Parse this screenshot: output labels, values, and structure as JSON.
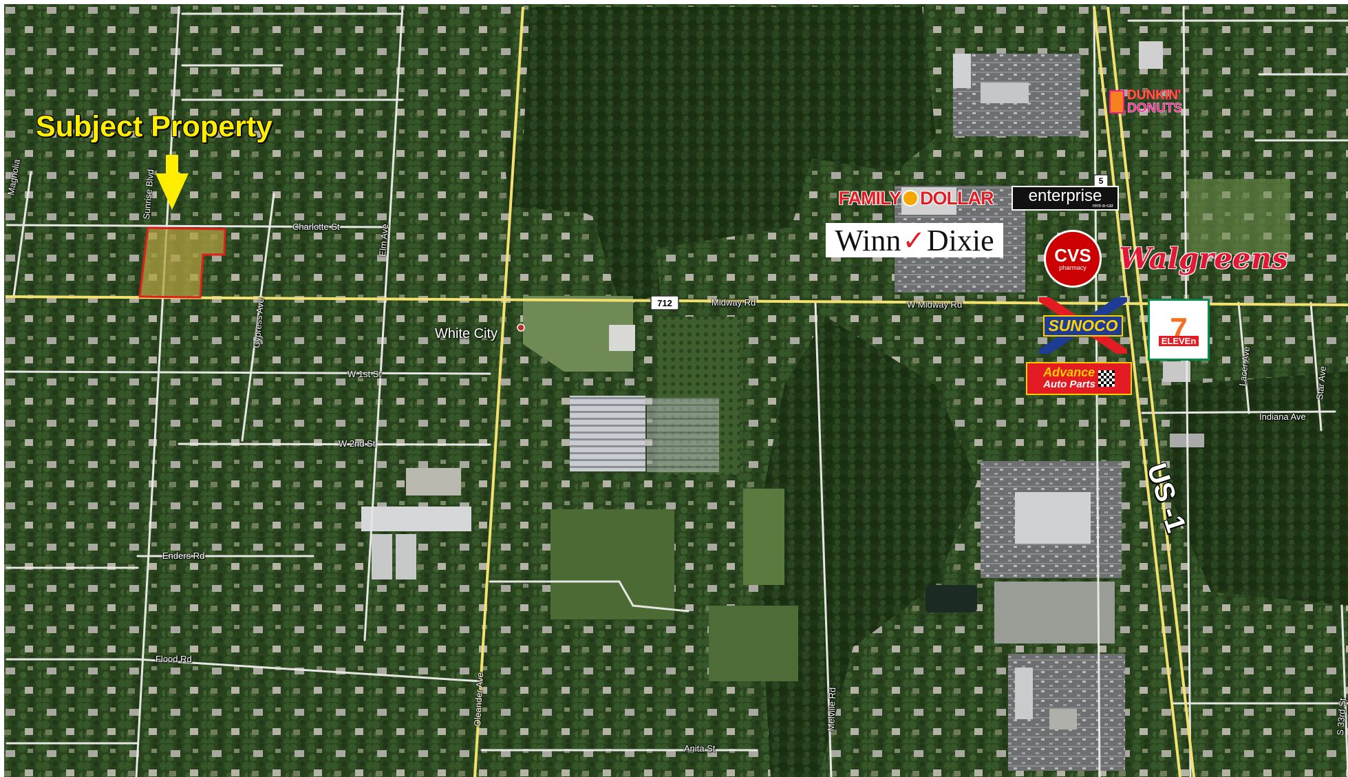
{
  "title": "Subject Property",
  "place": "White City",
  "highway": "US -1",
  "route_shields": {
    "sr712": "712",
    "sr5": "5"
  },
  "roads": {
    "magnolia": "Magnolia",
    "sunrise": "Sunrise Blvd",
    "charlotte": "Charlotte St",
    "elm": "Elm Ave",
    "cypress": "Cypress Ave",
    "midway": "Midway Rd",
    "w_midway": "W Midway Rd",
    "w1st": "W 1st St",
    "w2nd": "W 2nd St",
    "enders": "Enders Rd",
    "flood": "Flood Rd",
    "oleander": "Oleander Ave",
    "melville": "Melville Rd",
    "anita": "Anita St",
    "indiana": "Indiana Ave",
    "lacer": "Lacer Ave",
    "star": "Star Ave",
    "s33rd": "S 33rd St"
  },
  "businesses": {
    "dunkin_1": "DUNKIN'",
    "dunkin_2": "DONUTS",
    "family_dollar_1": "FAMILY",
    "family_dollar_2": "DOLLAR",
    "enterprise": "enterprise",
    "enterprise_sub": "rent-a-car",
    "winn_dixie_1": "Winn",
    "winn_dixie_2": "Dixie",
    "cvs": "CVS",
    "cvs_sub": "pharmacy",
    "walgreens": "Walgreens",
    "sunoco": "SUNOCO",
    "seven_eleven": "7",
    "seven_eleven_sub": "ELEVEn",
    "advance_1": "Advance",
    "advance_2": "Auto Parts"
  },
  "colors": {
    "vegetation": "#2f4a22",
    "road_major": "#f2e070",
    "road_minor": "#e8e8e8",
    "parcel_outline": "#e0201a",
    "parcel_fill": "#b0a040",
    "label_yellow": "#ffee00"
  }
}
